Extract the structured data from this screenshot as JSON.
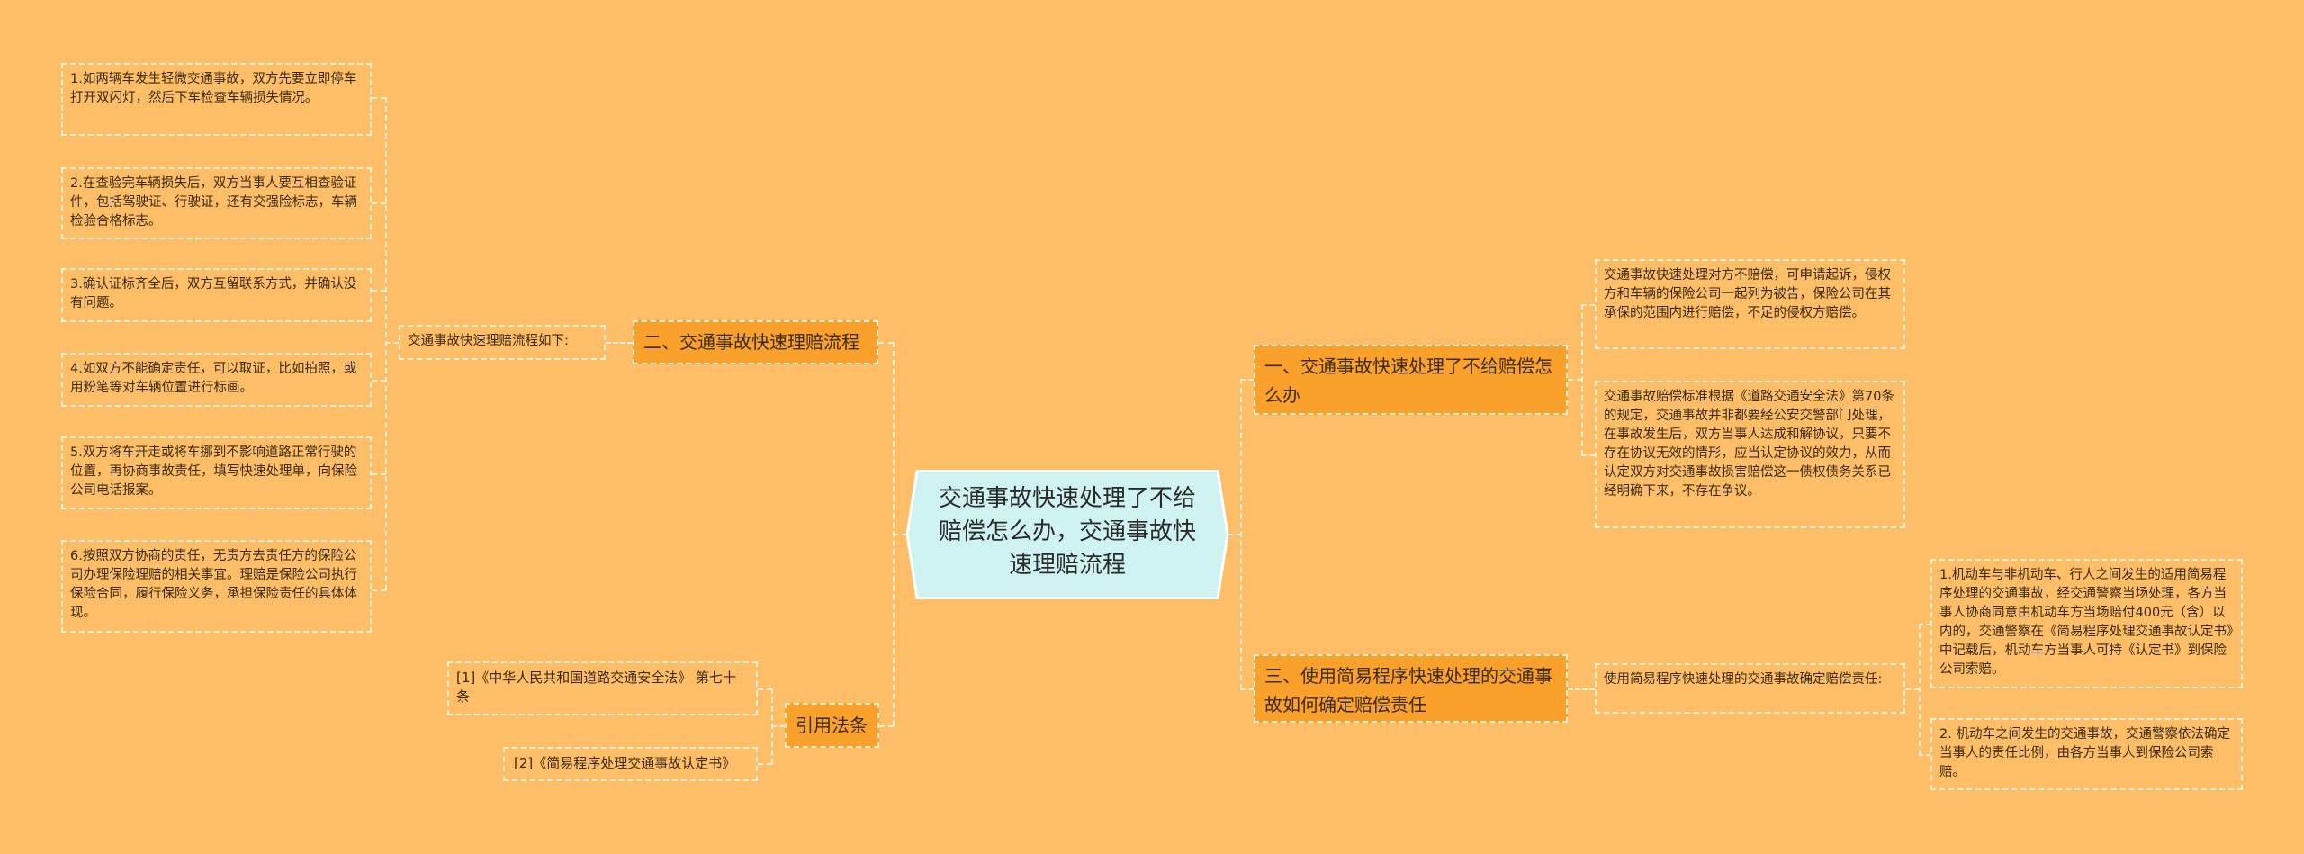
{
  "colors": {
    "background": "#FEBE68",
    "branch_fill": "#F9A12A",
    "center_fill": "#CFF3F1",
    "border": "#FFF2D9",
    "text": "#3b2a12"
  },
  "center": {
    "title": "交通事故快速处理了不给赔偿怎么办，交通事故快速理赔流程"
  },
  "left": {
    "branch2": {
      "label": "二、交通事故快速理赔流程",
      "sublabel": "交通事故快速理赔流程如下:",
      "steps": [
        "1.如两辆车发生轻微交通事故，双方先要立即停车打开双闪灯，然后下车检查车辆损失情况。",
        "2.在查验完车辆损失后，双方当事人要互相查验证件，包括驾驶证、行驶证，还有交强险标志，车辆检验合格标志。",
        "3.确认证标齐全后，双方互留联系方式，并确认没有问题。",
        "4.如双方不能确定责任，可以取证，比如拍照，或用粉笔等对车辆位置进行标画。",
        "5.双方将车开走或将车挪到不影响道路正常行驶的位置，再协商事故责任，填写快速处理单，向保险公司电话报案。",
        "6.按照双方协商的责任，无责方去责任方的保险公司办理保险理赔的相关事宜。理赔是保险公司执行保险合同，履行保险义务，承担保险责任的具体体现。"
      ]
    },
    "citations": {
      "label": "引用法条",
      "items": [
        "[1]《中华人民共和国道路交通安全法》 第七十条",
        "[2]《简易程序处理交通事故认定书》"
      ]
    }
  },
  "right": {
    "branch1": {
      "label": "一、交通事故快速处理了不给赔偿怎么办",
      "items": [
        "交通事故快速处理对方不赔偿，可申请起诉，侵权方和车辆的保险公司一起列为被告，保险公司在其承保的范围内进行赔偿，不足的侵权方赔偿。",
        "交通事故赔偿标准根据《道路交通安全法》第70条的规定，交通事故并非都要经公安交警部门处理，在事故发生后，双方当事人达成和解协议，只要不存在协议无效的情形，应当认定协议的效力，从而认定双方对交通事故损害赔偿这一债权债务关系已经明确下来，不存在争议。"
      ]
    },
    "branch3": {
      "label": "三、使用简易程序快速处理的交通事故如何确定赔偿责任",
      "sublabel": "使用简易程序快速处理的交通事故确定赔偿责任:",
      "items": [
        "1.机动车与非机动车、行人之间发生的适用简易程序处理的交通事故，经交通警察当场处理，各方当事人协商同意由机动车方当场赔付400元（含）以内的，交通警察在《简易程序处理交通事故认定书》中记载后，机动车方当事人可持《认定书》到保险公司索赔。",
        "2. 机动车之间发生的交通事故，交通警察依法确定当事人的责任比例，由各方当事人到保险公司索赔。"
      ]
    }
  }
}
